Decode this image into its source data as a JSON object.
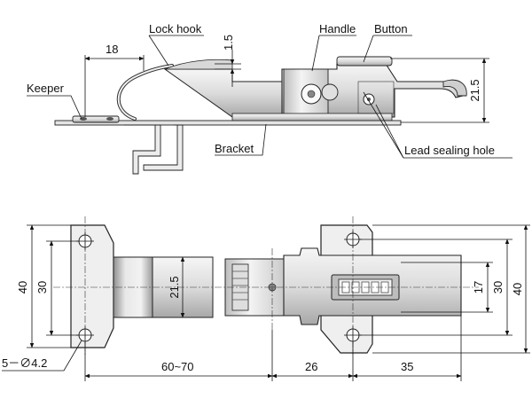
{
  "labels": {
    "lock_hook": "Lock hook",
    "handle": "Handle",
    "button": "Button",
    "keeper": "Keeper",
    "bracket": "Bracket",
    "lead_sealing_hole": "Lead sealing hole"
  },
  "dimensions": {
    "top_18": "18",
    "top_1_5": "1.5",
    "top_21_5": "21.5",
    "left_40": "40",
    "left_30": "30",
    "mid_21_5": "21.5",
    "right_17": "17",
    "right_30": "30",
    "right_40": "40",
    "bottom_holes": "5－∅4.2",
    "bottom_60_70": "60~70",
    "bottom_26": "26",
    "bottom_35": "35"
  },
  "colors": {
    "metal_light": "#eeeeee",
    "metal_mid": "#cfcfcf",
    "metal_dark": "#9a9a9a",
    "line": "#111111"
  }
}
